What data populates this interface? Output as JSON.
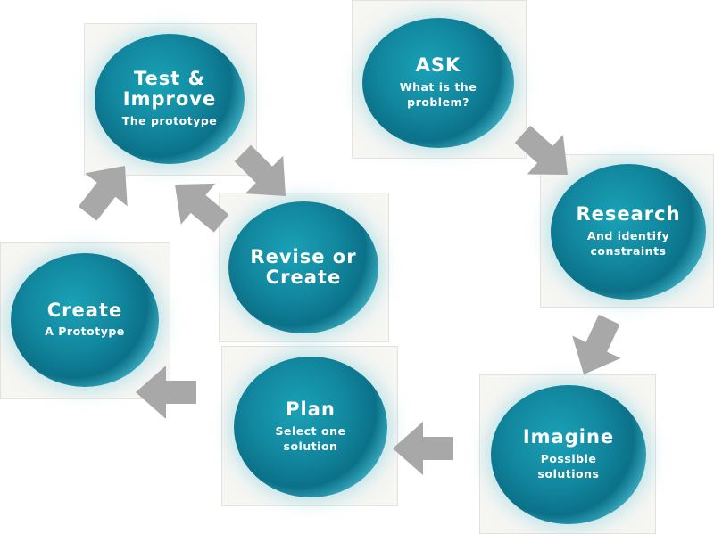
{
  "steps": {
    "ask": {
      "title": "ASK",
      "subtitle": "What is the\nproblem?"
    },
    "research": {
      "title": "Research",
      "subtitle": "And identify\nconstraints"
    },
    "imagine": {
      "title": "Imagine",
      "subtitle": "Possible\nsolutions"
    },
    "plan": {
      "title": "Plan",
      "subtitle": "Select one\nsolution"
    },
    "create": {
      "title": "Create",
      "subtitle": "A Prototype"
    },
    "test": {
      "title": "Test &\nImprove",
      "subtitle": "The prototype"
    },
    "revise": {
      "title": "Revise or\nCreate",
      "subtitle": ""
    }
  },
  "colors": {
    "blob_core": "#0b7189",
    "blob_halo": "#78cdda",
    "arrow": "#a8a8a8",
    "card": "#f6f6f3"
  }
}
